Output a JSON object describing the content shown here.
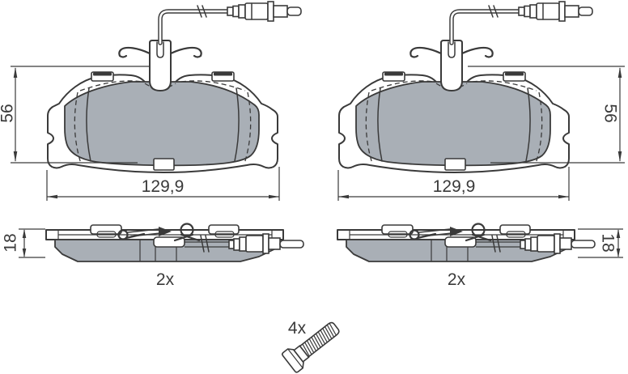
{
  "views": {
    "front_left": {
      "height": "56",
      "width": "129,9"
    },
    "front_right": {
      "height": "56",
      "width": "129,9"
    },
    "side_left": {
      "thickness": "18",
      "quantity": "2x"
    },
    "side_right": {
      "thickness": "18",
      "quantity": "2x"
    },
    "bolt": {
      "quantity": "4x"
    }
  },
  "colors": {
    "line": "#3a3a3a",
    "friction_fill": "#a9afb6",
    "background": "#ffffff"
  }
}
